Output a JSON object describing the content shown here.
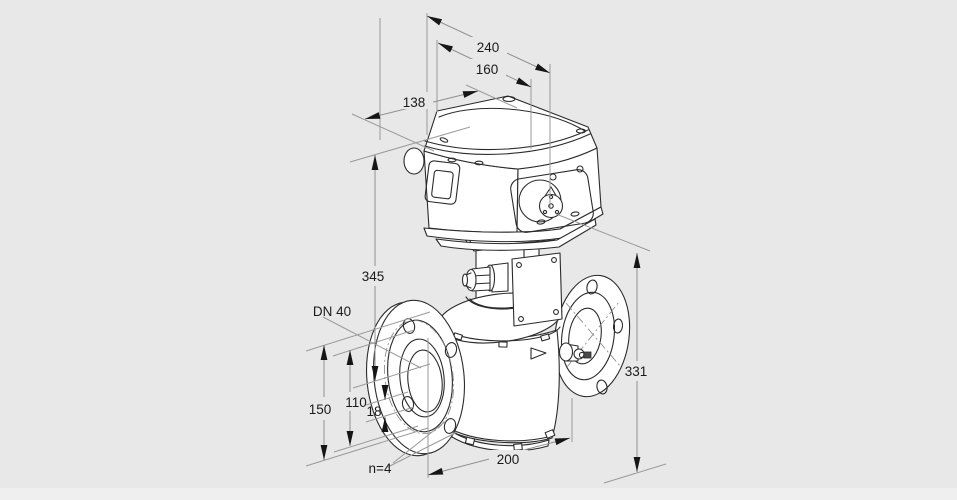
{
  "drawing": {
    "labels": {
      "d240": "240",
      "d160": "160",
      "d138": "138",
      "d345": "345",
      "d331": "331",
      "d200": "200",
      "d150": "150",
      "d110": "110",
      "d18": "18",
      "dn": "DN 40",
      "n4": "n=4"
    },
    "colors": {
      "background": "#e8e8e8",
      "part_line": "#2b2b2b",
      "dimension_line": "#8f8f8f",
      "text": "#1a1a1a"
    }
  }
}
